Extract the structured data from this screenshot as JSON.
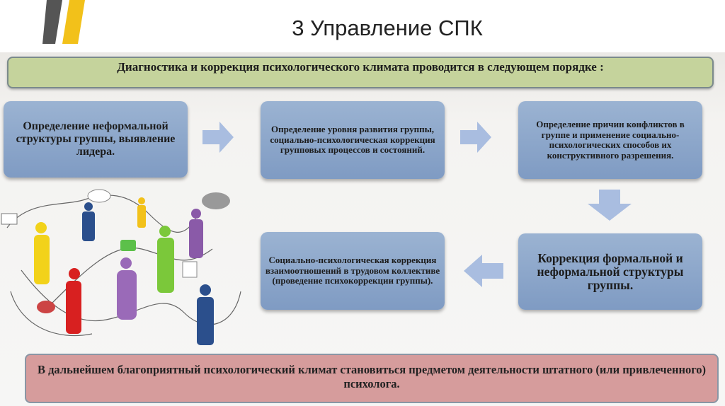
{
  "slide": {
    "title": "3 Управление СПК",
    "banner": "Диагностика и коррекция психологического климата проводится в следующем порядке :",
    "steps": [
      "Определение неформальной структуры группы, выявление лидера.",
      "Определение уровня развития группы, социально-психологическая коррекция групповых процессов и состояний.",
      "Определение причин конфликтов в группе и применение социально-психологических способов их конструктивного разрешения.",
      "Коррекция формальной и неформальной структуры группы.",
      "Социально-психологическая коррекция взаимоотношений в трудовом коллективе (проведение психокоррекции группы)."
    ],
    "conclusion": "В дальнейшем благоприятный психологический климат становиться предметом деятельности штатного (или привлеченного) психолога."
  },
  "colors": {
    "banner": "#c5d39c",
    "box": "#8aa4c8",
    "conclusion": "#d69c9c",
    "logo_yellow": "#f2c11a",
    "logo_gray": "#555555"
  }
}
